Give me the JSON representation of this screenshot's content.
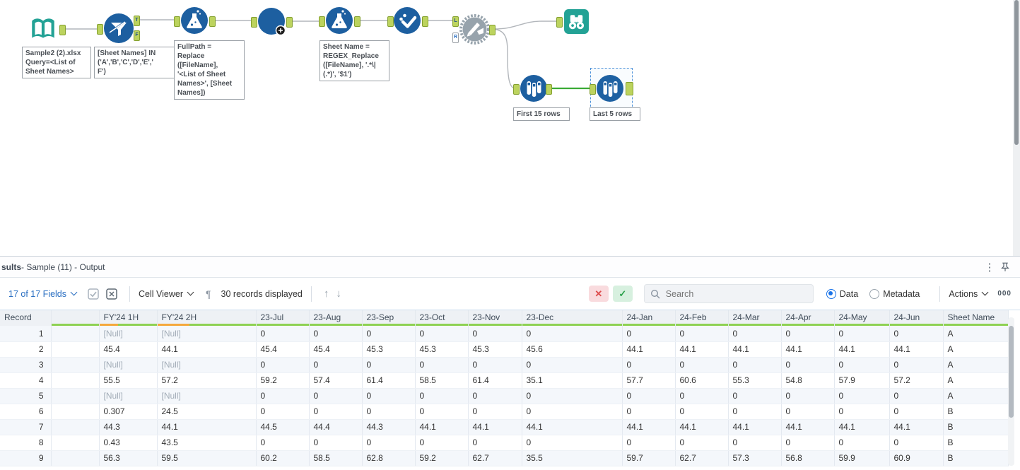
{
  "canvas": {
    "tools": {
      "input": {
        "name": "Input Data",
        "annotation": "Sample2 (2).xlsx\nQuery=<List of\nSheet Names>"
      },
      "filter": {
        "name": "Filter",
        "annotation": "[Sheet Names] IN\n('A','B','C','D','E','\nF')",
        "anchor_true": "T",
        "anchor_false": "F"
      },
      "formula1": {
        "name": "Formula",
        "annotation": "FullPath =\nReplace\n([FileName],\n'<List of Sheet\nNames>', [Sheet\nNames])"
      },
      "dynamic_input": {
        "name": "Dynamic Input"
      },
      "formula2": {
        "name": "Formula",
        "annotation": "Sheet Name =\nREGEX_Replace\n([FileName], '.*\\|\n(.*)', '$1')"
      },
      "select": {
        "name": "Select"
      },
      "macro": {
        "name": "Macro",
        "anchor_left": "L",
        "anchor_right": "R"
      },
      "browse": {
        "name": "Browse"
      },
      "sample1": {
        "name": "Sample",
        "annotation": "First 15 rows"
      },
      "sample2": {
        "name": "Sample",
        "annotation": "Last 5 rows"
      }
    },
    "colors": {
      "tool_blue": "#1d5fa0",
      "tool_teal": "#23a295",
      "macro_gray": "#97a3ac",
      "wire_gray": "#b2b6bb",
      "wire_green": "#3aaa35",
      "anchor_green": "#bcd35e"
    }
  },
  "results": {
    "title_bold": "sults",
    "title_rest": " - Sample (11) - Output",
    "toolbar": {
      "fields_label": "17 of 17 Fields",
      "cell_viewer_label": "Cell Viewer",
      "records_label": "30 records displayed",
      "search_placeholder": "Search",
      "data_label": "Data",
      "metadata_label": "Metadata",
      "actions_label": "Actions",
      "zeros_label": "000"
    },
    "table": {
      "columns": [
        {
          "label": "Record",
          "width": 72,
          "bar": null
        },
        {
          "label": "",
          "width": 68,
          "bar": "green"
        },
        {
          "label": "FY'24 1H",
          "width": 82,
          "bar": "mixed"
        },
        {
          "label": "FY'24 2H",
          "width": 140,
          "bar": "mixed"
        },
        {
          "label": "23-Jul",
          "width": 75,
          "bar": "green"
        },
        {
          "label": "23-Aug",
          "width": 75,
          "bar": "green"
        },
        {
          "label": "23-Sep",
          "width": 75,
          "bar": "green"
        },
        {
          "label": "23-Oct",
          "width": 75,
          "bar": "green"
        },
        {
          "label": "23-Nov",
          "width": 76,
          "bar": "green"
        },
        {
          "label": "23-Dec",
          "width": 142,
          "bar": "green"
        },
        {
          "label": "24-Jan",
          "width": 75,
          "bar": "green"
        },
        {
          "label": "24-Feb",
          "width": 75,
          "bar": "green"
        },
        {
          "label": "24-Mar",
          "width": 75,
          "bar": "green"
        },
        {
          "label": "24-Apr",
          "width": 75,
          "bar": "green"
        },
        {
          "label": "24-May",
          "width": 78,
          "bar": "green"
        },
        {
          "label": "24-Jun",
          "width": 76,
          "bar": "green"
        },
        {
          "label": "Sheet Name",
          "width": 92,
          "bar": "green"
        }
      ],
      "rows": [
        [
          "1",
          "",
          "[Null]",
          "[Null]",
          "0",
          "0",
          "0",
          "0",
          "0",
          "0",
          "0",
          "0",
          "0",
          "0",
          "0",
          "0",
          "A"
        ],
        [
          "2",
          "",
          "45.4",
          "44.1",
          "45.4",
          "45.4",
          "45.3",
          "45.3",
          "45.3",
          "45.6",
          "44.1",
          "44.1",
          "44.1",
          "44.1",
          "44.1",
          "44.1",
          "A"
        ],
        [
          "3",
          "",
          "[Null]",
          "[Null]",
          "0",
          "0",
          "0",
          "0",
          "0",
          "0",
          "0",
          "0",
          "0",
          "0",
          "0",
          "0",
          "A"
        ],
        [
          "4",
          "",
          "55.5",
          "57.2",
          "59.2",
          "57.4",
          "61.4",
          "58.5",
          "61.4",
          "35.1",
          "57.7",
          "60.6",
          "55.3",
          "54.8",
          "57.9",
          "57.2",
          "A"
        ],
        [
          "5",
          "",
          "[Null]",
          "[Null]",
          "0",
          "0",
          "0",
          "0",
          "0",
          "0",
          "0",
          "0",
          "0",
          "0",
          "0",
          "0",
          "A"
        ],
        [
          "6",
          "",
          "0.307",
          "24.5",
          "0",
          "0",
          "0",
          "0",
          "0",
          "0",
          "0",
          "0",
          "0",
          "0",
          "0",
          "0",
          "B"
        ],
        [
          "7",
          "",
          "44.3",
          "44.1",
          "44.5",
          "44.4",
          "44.3",
          "44.1",
          "44.1",
          "44.1",
          "44.1",
          "44.1",
          "44.1",
          "44.1",
          "44.1",
          "44.1",
          "B"
        ],
        [
          "8",
          "",
          "0.43",
          "43.5",
          "0",
          "0",
          "0",
          "0",
          "0",
          "0",
          "0",
          "0",
          "0",
          "0",
          "0",
          "0",
          "B"
        ],
        [
          "9",
          "",
          "56.3",
          "59.5",
          "60.2",
          "58.5",
          "62.8",
          "59.2",
          "62.7",
          "35.5",
          "59.7",
          "62.7",
          "57.3",
          "56.8",
          "59.9",
          "60.9",
          "B"
        ]
      ]
    }
  }
}
